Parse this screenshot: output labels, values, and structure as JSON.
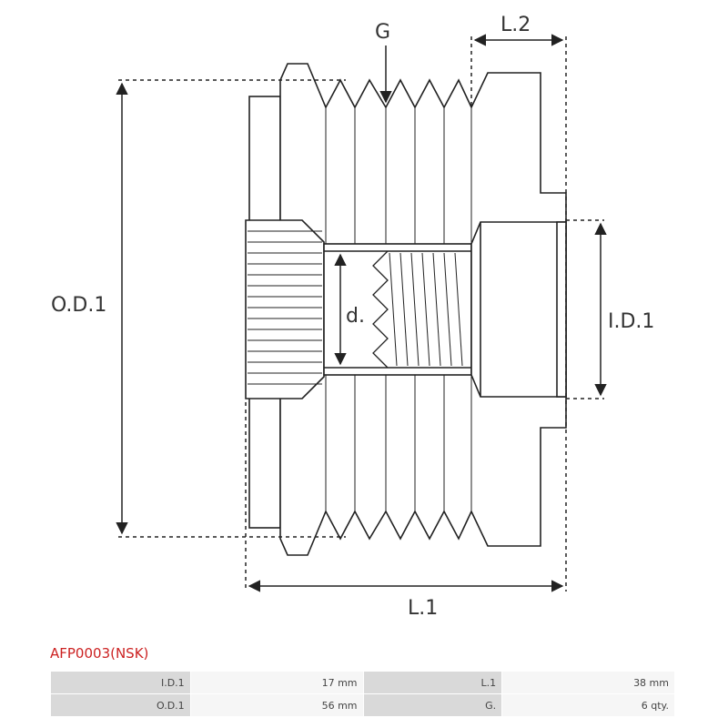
{
  "diagram": {
    "labels": {
      "g": "G",
      "l2": "L.2",
      "od1": "O.D.1",
      "id1": "I.D.1",
      "d": "d.",
      "l1": "L.1"
    }
  },
  "part": {
    "title": "AFP0003(NSK)"
  },
  "specs": {
    "rows": [
      [
        {
          "key": "I.D.1",
          "value": "17 mm"
        },
        {
          "key": "L.1",
          "value": "38 mm"
        }
      ],
      [
        {
          "key": "O.D.1",
          "value": "56 mm"
        },
        {
          "key": "G.",
          "value": "6 qty."
        }
      ]
    ]
  },
  "colors": {
    "line": "#222222",
    "title": "#cc2222"
  }
}
